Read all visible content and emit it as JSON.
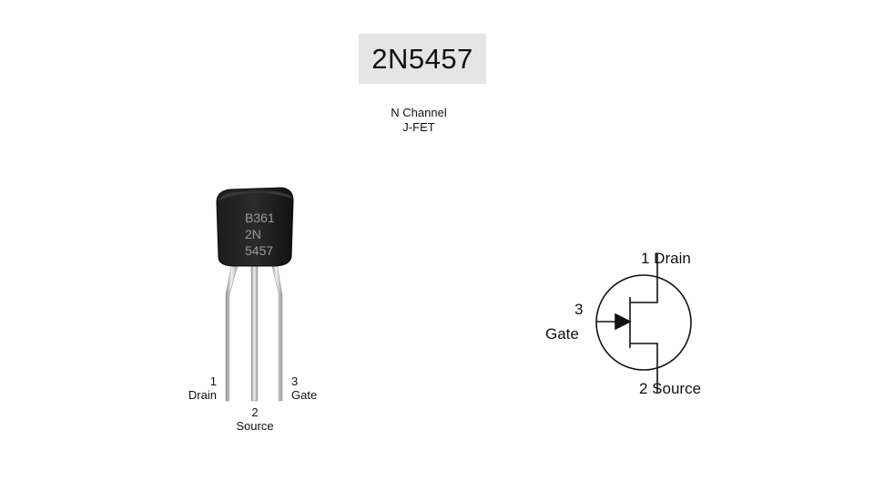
{
  "title": "2N5457",
  "subtitle": {
    "line1": "N Channel",
    "line2": "J-FET"
  },
  "package": {
    "marking": [
      "B361",
      "2N",
      "5457"
    ],
    "pins": [
      {
        "number": "1",
        "name": "Drain"
      },
      {
        "number": "2",
        "name": "Source"
      },
      {
        "number": "3",
        "name": "Gate"
      }
    ]
  },
  "symbol": {
    "drain_label": "1 Drain",
    "source_label": "2 Source",
    "gate_number": "3",
    "gate_name": "Gate"
  }
}
